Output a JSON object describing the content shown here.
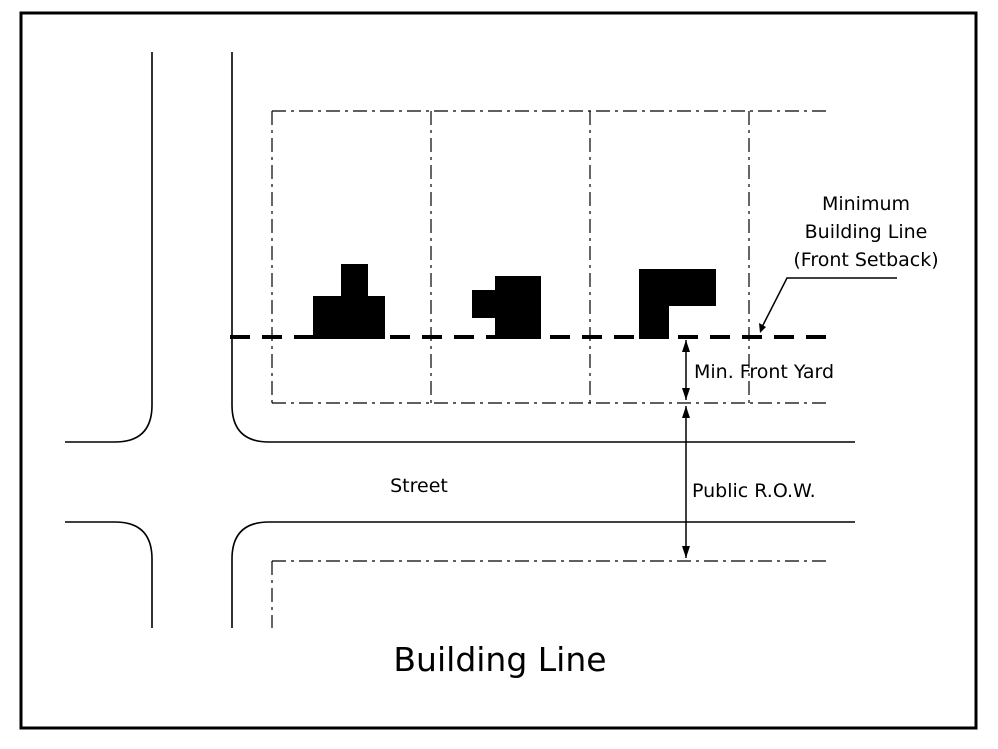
{
  "diagram": {
    "title": "Building Line",
    "labels": {
      "min_building_line": [
        "Minimum",
        "Building Line",
        "(Front Setback)"
      ],
      "min_front_yard": "Min. Front Yard",
      "street": "Street",
      "public_row": "Public R.O.W."
    },
    "buildings": [
      {
        "name": "building-1",
        "shape": "stepped"
      },
      {
        "name": "building-2",
        "shape": "offset"
      },
      {
        "name": "building-3",
        "shape": "l-shaped"
      }
    ],
    "colors": {
      "line": "#000000",
      "background": "#ffffff",
      "building_fill": "#000000"
    }
  }
}
